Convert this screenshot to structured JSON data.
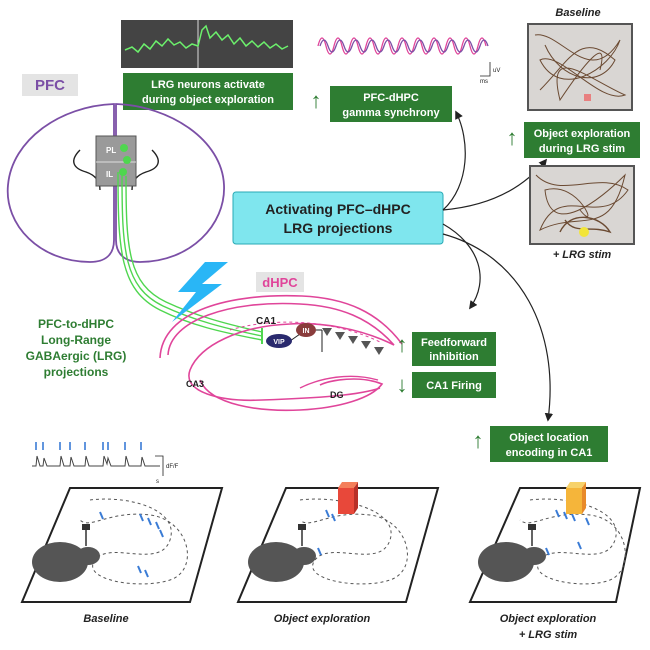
{
  "regions": {
    "pfc": "PFC",
    "pl": "PL",
    "il": "IL",
    "dhpc": "dHPC",
    "ca1": "CA1",
    "ca3": "CA3",
    "dg": "DG",
    "vip": "VIP",
    "in": "IN"
  },
  "labels": {
    "lrg_activate_line1": "LRG neurons activate",
    "lrg_activate_line2": "during object exploration",
    "gamma_line1": "PFC-dHPC",
    "gamma_line2": "gamma synchrony",
    "obj_stim_line1": "Object exploration",
    "obj_stim_line2": "during LRG stim",
    "center_line1": "Activating PFC–dHPC",
    "center_line2": "LRG projections",
    "ff_line1": "Feedforward",
    "ff_line2": "inhibition",
    "ca1_firing": "CA1 Firing",
    "obj_loc_line1": "Object location",
    "obj_loc_line2": "encoding in CA1",
    "proj_line1": "PFC-to-dHPC",
    "proj_line2": "Long-Range",
    "proj_line3": "GABAergic (LRG)",
    "proj_line4": "projections"
  },
  "scale_bars": {
    "uv": "uV",
    "ms": "ms",
    "dff": "dF/F",
    "s": "s"
  },
  "captions": {
    "baseline_top": "Baseline",
    "lrg_stim_top": "+ LRG stim",
    "baseline_bottom": "Baseline",
    "object_exploration": "Object exploration",
    "obj_stim_bottom_line1": "Object exploration",
    "obj_stim_bottom_line2": "+ LRG stim"
  },
  "colors": {
    "green_box": "#2e7d32",
    "green_text": "#2e7d32",
    "cyan_box": "#7fe6ee",
    "purple": "#7b4fa6",
    "pink": "#e0459a",
    "lrg_green": "#4fd64f",
    "bolt_cyan": "#29b6f6"
  }
}
